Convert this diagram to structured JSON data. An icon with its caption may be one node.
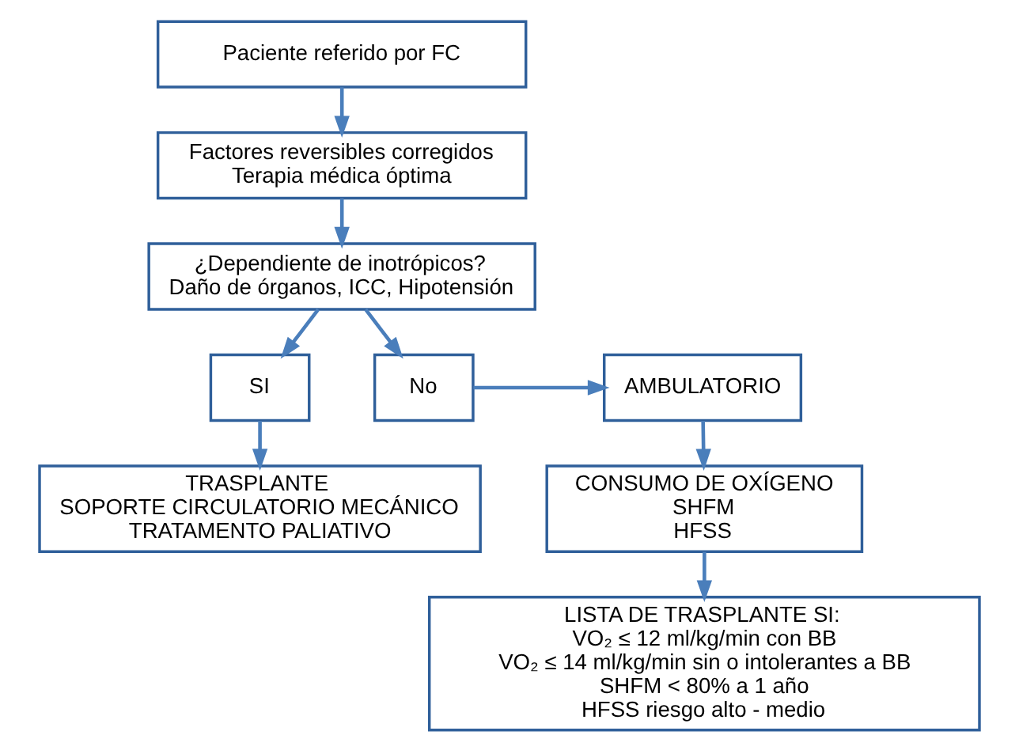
{
  "diagram": {
    "nodes": [
      {
        "text": [
          "Paciente referido por FC"
        ]
      },
      {
        "text": [
          "Factores reversibles corregidos",
          "Terapia médica óptima"
        ]
      },
      {
        "text": [
          "¿Dependiente de inotrópicos?",
          "Daño de órganos, ICC, Hipotensión"
        ]
      },
      {
        "text": [
          "No"
        ]
      },
      {
        "text": [
          "AMBULATORIO"
        ]
      },
      {
        "text": [
          "SI"
        ]
      },
      {
        "text": [
          "CONSUMO DE OXÍGENO",
          "SHFM",
          "HFSS"
        ]
      },
      {
        "text": [
          "TRASPLANTE",
          "SOPORTE CIRCULATORIO MECÁNICO",
          "TRATAMENTO PALIATIVO"
        ]
      },
      {
        "text": [
          "LISTA DE TRASPLANTE SI:",
          "VO₂ ≤ 12 ml/kg/min con BB",
          "VO₂ ≤ 14 ml/kg/min sin o intolerantes a BB",
          "SHFM < 80% a 1 año",
          "HFSS riesgo alto - medio"
        ]
      }
    ],
    "edges": [
      {
        "from": 0,
        "to": 1,
        "arrow": "to"
      },
      {
        "from": 1,
        "to": 2,
        "arrow": "to"
      },
      {
        "from": 2,
        "to": 5,
        "arrow": "to"
      },
      {
        "from": 2,
        "to": 3,
        "arrow": "to"
      },
      {
        "from": 3,
        "to": 4,
        "arrow": "to"
      },
      {
        "from": 4,
        "to": 6,
        "arrow": "to"
      },
      {
        "from": 5,
        "to": 7,
        "arrow": "to"
      },
      {
        "from": 6,
        "to": 8,
        "arrow": "to"
      }
    ]
  }
}
